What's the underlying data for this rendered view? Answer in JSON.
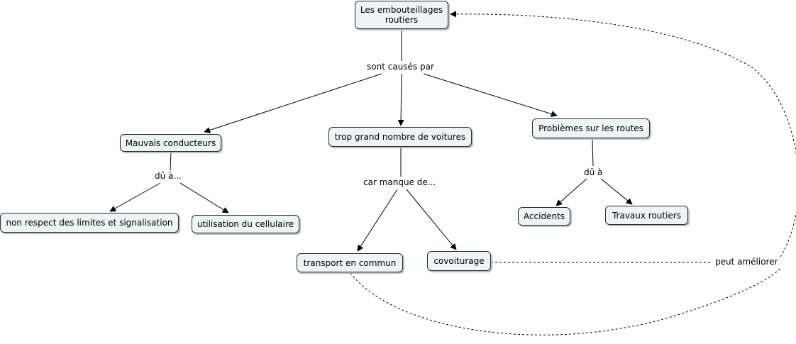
{
  "nodes": {
    "root": "Les embouteillages routiers",
    "mauvais": "Mauvais conducteurs",
    "trop": "trop grand nombre de voitures",
    "problemes": "Problèmes sur les routes",
    "non_respect": "non respect des limites et signalisation",
    "cellulaire": "utilisation du cellulaire",
    "transport": "transport en commun",
    "covoiturage": "covoiturage",
    "accidents": "Accidents",
    "travaux": "Travaux routiers"
  },
  "links": {
    "causes": "sont causés par",
    "du_a_1": "dû à...",
    "car_manque": "car manque de...",
    "du_a_2": "dû à",
    "peut_ameliorer": "peut améliorer"
  }
}
